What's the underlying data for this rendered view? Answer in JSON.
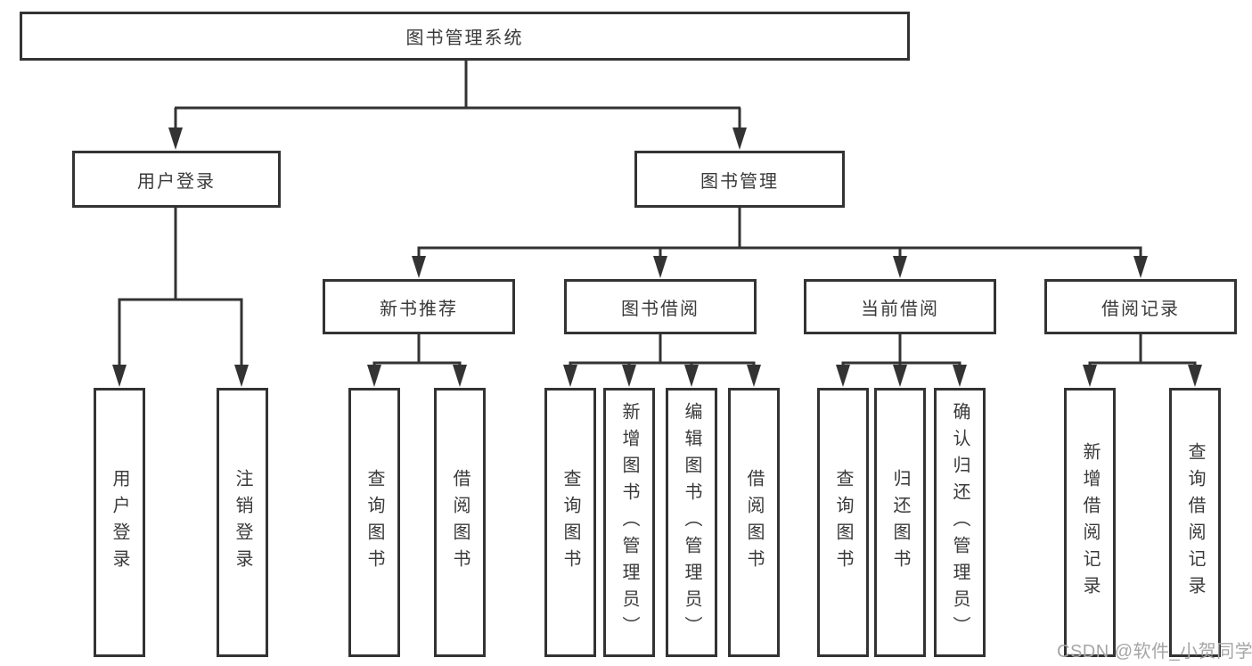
{
  "diagram": {
    "root": {
      "label": "图书管理系统"
    },
    "level2": {
      "user_login": {
        "label": "用户登录"
      },
      "book_management": {
        "label": "图书管理"
      }
    },
    "level3": {
      "new_book_recommend": {
        "label": "新书推荐"
      },
      "book_borrow": {
        "label": "图书借阅"
      },
      "current_borrow": {
        "label": "当前借阅"
      },
      "borrow_record": {
        "label": "借阅记录"
      }
    },
    "leaves": {
      "user_login": {
        "label": "用户登录"
      },
      "logout": {
        "label": "注销登录"
      },
      "recommend_query_books": {
        "label": "查询图书"
      },
      "recommend_borrow_books": {
        "label": "借阅图书"
      },
      "borrow_query_books": {
        "label": "查询图书"
      },
      "borrow_add_books": {
        "label": "新增图书（管理员）"
      },
      "borrow_edit_books": {
        "label": "编辑图书（管理员）"
      },
      "borrow_borrow_books": {
        "label": "借阅图书"
      },
      "current_query_books": {
        "label": "查询图书"
      },
      "current_return_books": {
        "label": "归还图书"
      },
      "current_confirm_return": {
        "label": "确认归还（管理员）"
      },
      "record_add_record": {
        "label": "新增借阅记录"
      },
      "record_query_record": {
        "label": "查询借阅记录"
      }
    },
    "watermark": {
      "text": "CSDN @软件_小贺同学"
    },
    "colors": {
      "line": "#333333",
      "border": "#333333",
      "text": "#3a3a3a",
      "watermark": "#a6a6a6",
      "background": "#ffffff"
    }
  }
}
